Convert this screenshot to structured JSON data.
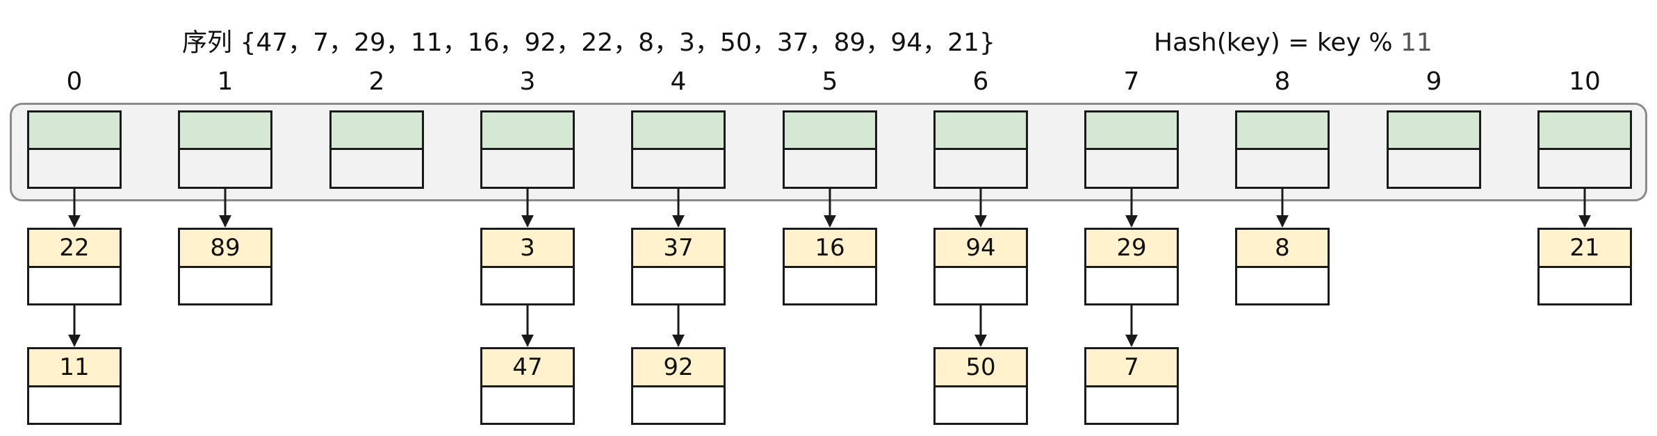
{
  "header": {
    "sequence_label": "序列 {47，7，29，11，16，92，22，8，3，50，37，89，94，21}",
    "hash_label": "Hash(key) = key % ",
    "hash_modulus": "11"
  },
  "indices": [
    "0",
    "1",
    "2",
    "3",
    "4",
    "5",
    "6",
    "7",
    "8",
    "9",
    "10"
  ],
  "buckets": [
    {
      "index": "0",
      "chain": [
        "22",
        "11"
      ]
    },
    {
      "index": "1",
      "chain": [
        "89"
      ]
    },
    {
      "index": "2",
      "chain": []
    },
    {
      "index": "3",
      "chain": [
        "3",
        "47"
      ]
    },
    {
      "index": "4",
      "chain": [
        "37",
        "92"
      ]
    },
    {
      "index": "5",
      "chain": [
        "16"
      ]
    },
    {
      "index": "6",
      "chain": [
        "94",
        "50"
      ]
    },
    {
      "index": "7",
      "chain": [
        "29",
        "7"
      ]
    },
    {
      "index": "8",
      "chain": [
        "8"
      ]
    },
    {
      "index": "9",
      "chain": []
    },
    {
      "index": "10",
      "chain": [
        "21"
      ]
    }
  ],
  "colors": {
    "slot_fill": "#d5e8d4",
    "node_fill": "#fff2cc",
    "frame_fill": "#f2f2f2",
    "frame_border": "#8a8a8a",
    "stroke": "#1a1a1a"
  }
}
